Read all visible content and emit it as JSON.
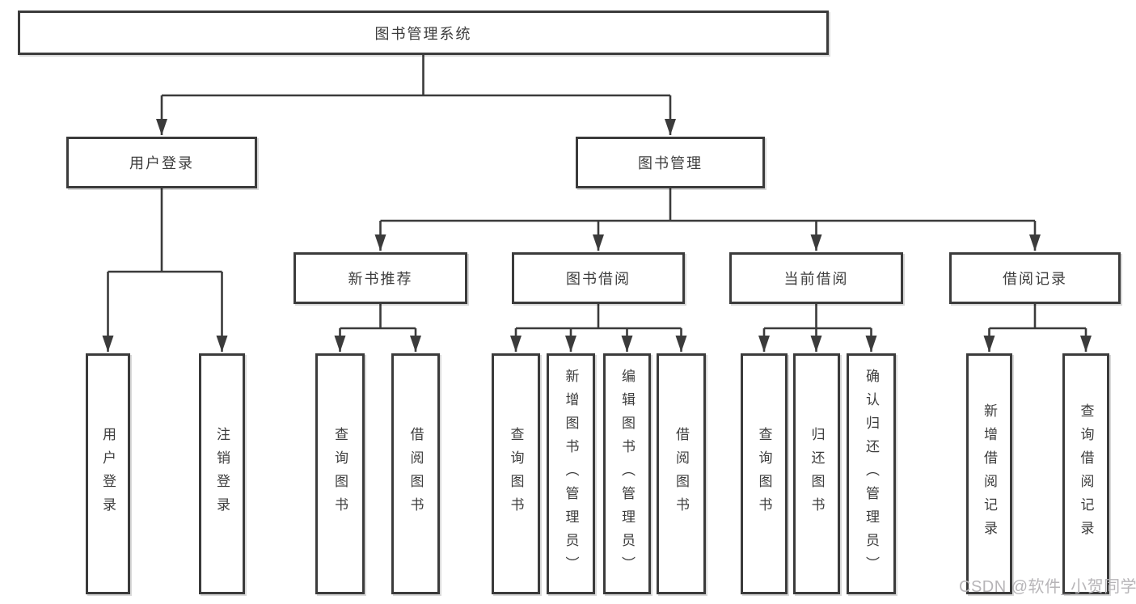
{
  "diagram": {
    "root": "图书管理系统",
    "branches": [
      {
        "label": "用户登录",
        "children": [
          "用户登录",
          "注销登录"
        ]
      },
      {
        "label": "图书管理",
        "modules": [
          {
            "label": "新书推荐",
            "children": [
              "查询图书",
              "借阅图书"
            ]
          },
          {
            "label": "图书借阅",
            "children": [
              "查询图书",
              "新增图书（管理员）",
              "编辑图书（管理员）",
              "借阅图书"
            ]
          },
          {
            "label": "当前借阅",
            "children": [
              "查询图书",
              "归还图书",
              "确认归还（管理员）"
            ]
          },
          {
            "label": "借阅记录",
            "children": [
              "新增借阅记录",
              "查询借阅记录"
            ]
          }
        ]
      }
    ]
  },
  "watermark": {
    "text": "CSDN @软件_小贺同学"
  },
  "colors": {
    "line": "#3b3b3b",
    "node_border": "#3b3b3b",
    "node_text": "#3d3d3d",
    "node_fill": "#ffffff",
    "watermark_text": "#b7b5b8",
    "background": "#ffffff"
  }
}
